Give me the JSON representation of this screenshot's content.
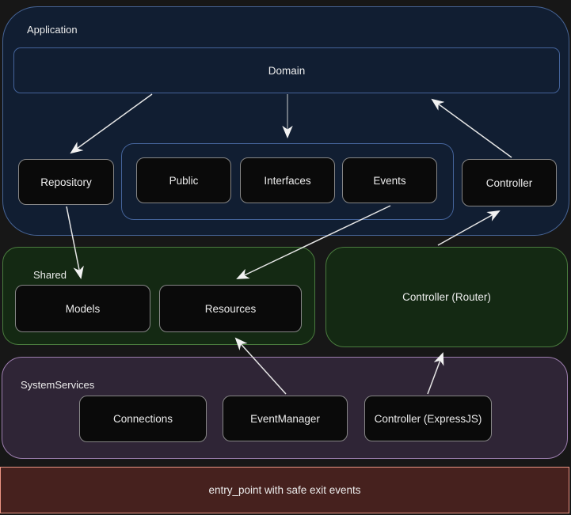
{
  "diagram": {
    "type": "architecture-flowchart",
    "sections": {
      "application": {
        "label": "Application"
      },
      "shared": {
        "label": "Shared"
      },
      "router": {
        "label": "Controller (Router)"
      },
      "system_services": {
        "label": "SystemServices"
      },
      "entry_point": {
        "label": "entry_point with safe exit events"
      }
    },
    "nodes": {
      "domain": "Domain",
      "repository": "Repository",
      "public": "Public",
      "interfaces": "Interfaces",
      "events": "Events",
      "controller": "Controller",
      "models": "Models",
      "resources": "Resources",
      "connections": "Connections",
      "event_manager": "EventManager",
      "controller_expressjs": "Controller (ExpressJS)"
    },
    "edges": [
      {
        "from": "Domain",
        "to": "Repository"
      },
      {
        "from": "Domain",
        "to": "Public/Interfaces/Events group"
      },
      {
        "from": "Controller",
        "to": "Domain"
      },
      {
        "from": "Repository",
        "to": "Models"
      },
      {
        "from": "Events",
        "to": "Resources"
      },
      {
        "from": "Controller (Router)",
        "to": "Controller"
      },
      {
        "from": "EventManager",
        "to": "Resources"
      },
      {
        "from": "Controller (ExpressJS)",
        "to": "Controller (Router)"
      }
    ],
    "colors": {
      "page_bg": "#171717",
      "application_fill": "#111E32",
      "application_border": "#466496",
      "shared_fill": "#142913",
      "shared_border": "#4A7C3E",
      "services_fill": "#2F2536",
      "services_border": "#9D7EAF",
      "entry_fill": "#46211E",
      "entry_border": "#EC9483",
      "node_fill": "#0A0A0A",
      "node_border": "#868686",
      "edge_stroke": "#E6E6E6",
      "edge_stroke_vertical": "#8D939B",
      "text": "#ECECEC"
    }
  }
}
